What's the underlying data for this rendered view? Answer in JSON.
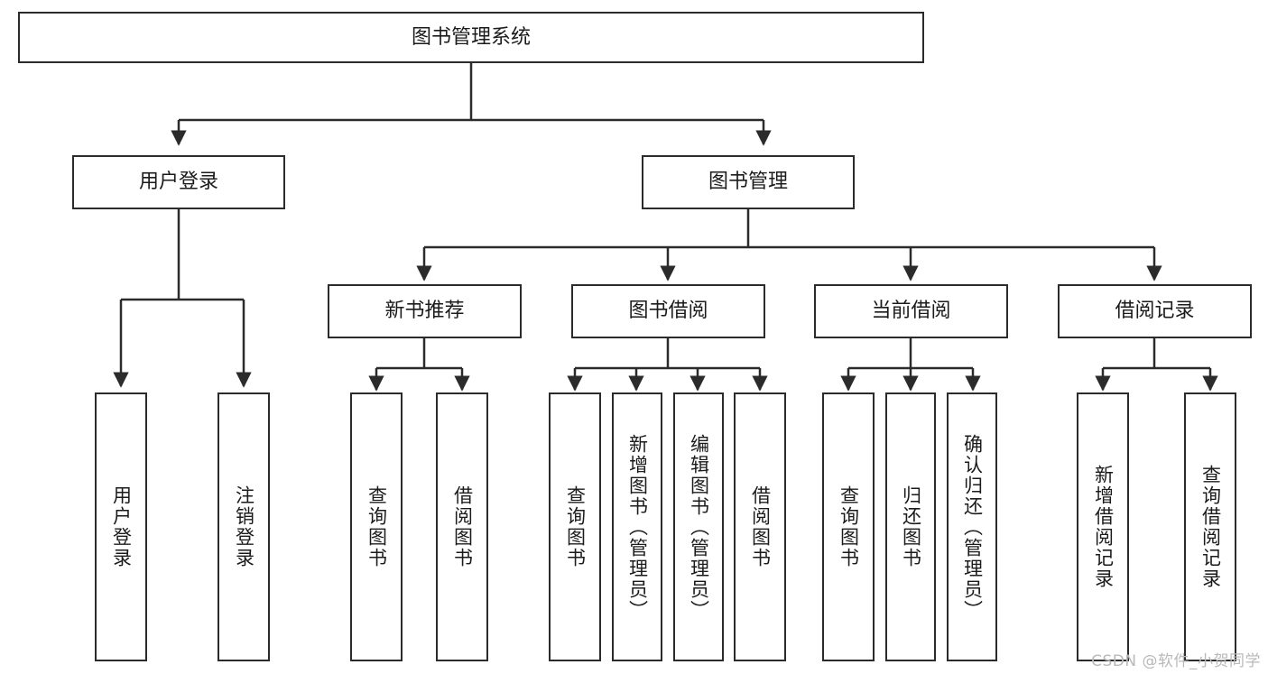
{
  "diagram": {
    "title": "图书管理系统",
    "type": "tree-hierarchy",
    "watermark": "CSDN @软件_小贺同学",
    "colors": {
      "border": "#2b2b2b",
      "fill": "#ffffff",
      "text": "#1b1b1b",
      "edge": "#2b2b2b",
      "watermark": "#b9b9b9"
    },
    "nodes": {
      "root": {
        "label": "图书管理系统"
      },
      "level1": [
        {
          "id": "user-login",
          "label": "用户登录"
        },
        {
          "id": "book-manage",
          "label": "图书管理"
        }
      ],
      "level2": [
        {
          "id": "new-book-recommend",
          "label": "新书推荐"
        },
        {
          "id": "book-borrow",
          "label": "图书借阅"
        },
        {
          "id": "current-borrow",
          "label": "当前借阅"
        },
        {
          "id": "borrow-record",
          "label": "借阅记录"
        }
      ],
      "leaves": {
        "user-login": [
          {
            "id": "leaf-user-login",
            "label": "用户登录"
          },
          {
            "id": "leaf-logout-login",
            "label": "注销登录"
          }
        ],
        "new-book-recommend": [
          {
            "id": "leaf-query-book-1",
            "label": "查询图书"
          },
          {
            "id": "leaf-borrow-book-1",
            "label": "借阅图书"
          }
        ],
        "book-borrow": [
          {
            "id": "leaf-query-book-2",
            "label": "查询图书"
          },
          {
            "id": "leaf-add-book",
            "label": "新增图书（管理员）"
          },
          {
            "id": "leaf-edit-book",
            "label": "编辑图书（管理员）"
          },
          {
            "id": "leaf-borrow-book-2",
            "label": "借阅图书"
          }
        ],
        "current-borrow": [
          {
            "id": "leaf-query-book-3",
            "label": "查询图书"
          },
          {
            "id": "leaf-return-book",
            "label": "归还图书"
          },
          {
            "id": "leaf-confirm-return",
            "label": "确认归还（管理员）"
          }
        ],
        "borrow-record": [
          {
            "id": "leaf-add-record",
            "label": "新增借阅记录"
          },
          {
            "id": "leaf-query-record",
            "label": "查询借阅记录"
          }
        ]
      }
    }
  }
}
